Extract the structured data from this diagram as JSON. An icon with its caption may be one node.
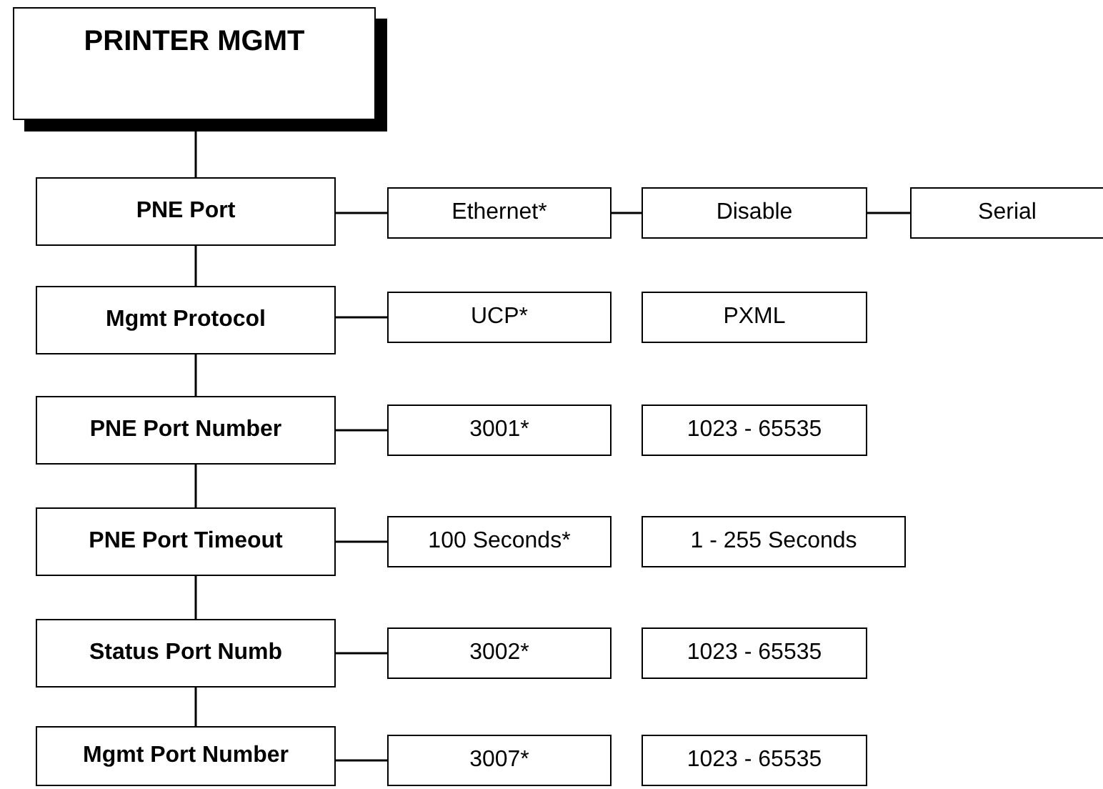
{
  "diagram": {
    "nodes": [
      {
        "text": [
          "PRINTER MGMT"
        ]
      },
      {
        "text": [
          "PNE Port"
        ]
      },
      {
        "text": [
          "Ethernet*"
        ]
      },
      {
        "text": [
          "Disable"
        ]
      },
      {
        "text": [
          "Serial"
        ]
      },
      {
        "text": [
          "Mgmt Protocol"
        ]
      },
      {
        "text": [
          "UCP*"
        ]
      },
      {
        "text": [
          "PXML"
        ]
      },
      {
        "text": [
          "PNE Port Number"
        ]
      },
      {
        "text": [
          "3001*"
        ]
      },
      {
        "text": [
          "1023 - 65535"
        ]
      },
      {
        "text": [
          "PNE Port Timeout"
        ]
      },
      {
        "text": [
          "100 Seconds*"
        ]
      },
      {
        "text": [
          "1 - 255 Seconds"
        ]
      },
      {
        "text": [
          "Status Port Numb"
        ]
      },
      {
        "text": [
          "3002*"
        ]
      },
      {
        "text": [
          "1023 - 65535"
        ]
      },
      {
        "text": [
          "Mgmt Port Number"
        ]
      },
      {
        "text": [
          "3007*"
        ]
      },
      {
        "text": [
          "1023 - 65535"
        ]
      }
    ],
    "edges": [
      {
        "from": 0,
        "to": 1,
        "arrow": "none"
      },
      {
        "from": 1,
        "to": 2,
        "arrow": "none"
      },
      {
        "from": 2,
        "to": 3,
        "arrow": "none"
      },
      {
        "from": 3,
        "to": 4,
        "arrow": "none"
      },
      {
        "from": 1,
        "to": 5,
        "arrow": "none"
      },
      {
        "from": 5,
        "to": 6,
        "arrow": "none"
      },
      {
        "from": 5,
        "to": 8,
        "arrow": "none"
      },
      {
        "from": 8,
        "to": 9,
        "arrow": "none"
      },
      {
        "from": 8,
        "to": 11,
        "arrow": "none"
      },
      {
        "from": 11,
        "to": 12,
        "arrow": "none"
      },
      {
        "from": 11,
        "to": 14,
        "arrow": "none"
      },
      {
        "from": 14,
        "to": 15,
        "arrow": "none"
      },
      {
        "from": 14,
        "to": 17,
        "arrow": "none"
      },
      {
        "from": 17,
        "to": 18,
        "arrow": "none"
      }
    ]
  }
}
